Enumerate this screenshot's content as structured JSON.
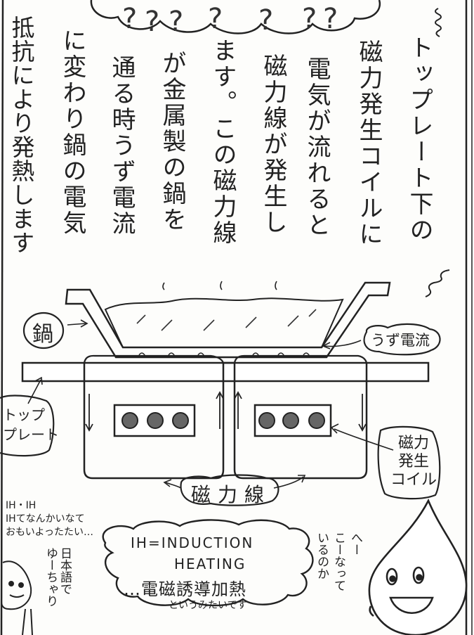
{
  "questions": [
    "?",
    "?",
    "?",
    "?",
    "?",
    "?",
    "?"
  ],
  "explanation": {
    "columns": [
      "トップレート下の",
      "磁力発生コイルに",
      "電気が流れると",
      "磁力線が発生し",
      "ます。この磁力線",
      "が金属製の鍋を",
      "通る時うず電流",
      "に変わり鍋の電気",
      "抵抗により発熱します"
    ]
  },
  "labels": {
    "pot": "鍋",
    "eddy_current": "うず電流",
    "top_plate": "トップ\nプレート",
    "magnetic_coil": "磁力\n発生\nコイル",
    "magnetic_field_lines": "磁力線"
  },
  "speech": {
    "small_character": "IH・IH\nIHてなんかいなて\nおもいよったたい…",
    "japanese_note": "日本語で\nゆーちゃり",
    "definition_line1": "IH=INDUCTION",
    "definition_line2": "HEATING",
    "definition_line3": "…電磁誘導加熱",
    "definition_line4": "というみたいです",
    "drop_character": "へー\nこーなって\nいるのか"
  }
}
